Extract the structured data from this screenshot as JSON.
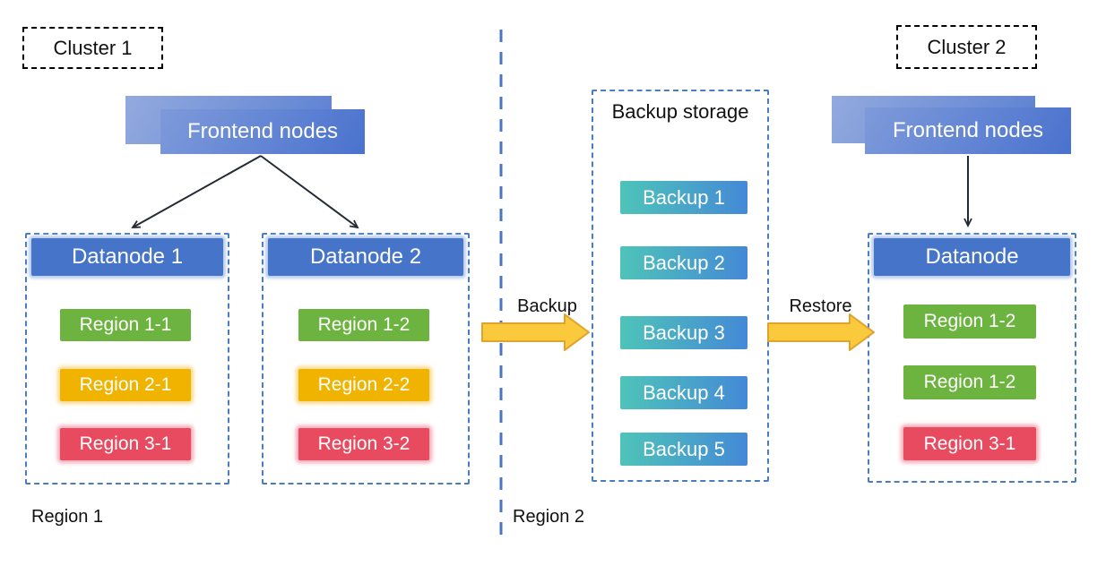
{
  "diagram": {
    "cluster1": {
      "label": "Cluster 1",
      "frontend_label": "Frontend nodes",
      "datanode1": {
        "title": "Datanode 1",
        "regions": [
          "Region 1-1",
          "Region 2-1",
          "Region 3-1"
        ]
      },
      "datanode2": {
        "title": "Datanode 2",
        "regions": [
          "Region 1-2",
          "Region 2-2",
          "Region 3-2"
        ]
      }
    },
    "backup_storage": {
      "title": "Backup storage",
      "items": [
        "Backup 1",
        "Backup 2",
        "Backup 3",
        "Backup 4",
        "Backup 5"
      ]
    },
    "cluster2": {
      "label": "Cluster 2",
      "frontend_label": "Frontend nodes",
      "datanode": {
        "title": "Datanode",
        "regions": [
          "Region 1-2",
          "Region 1-2",
          "Region 3-1"
        ]
      }
    },
    "flow": {
      "backup_label": "Backup",
      "restore_label": "Restore"
    },
    "zones": {
      "region1_label": "Region 1",
      "region2_label": "Region 2"
    },
    "colors": {
      "region_green": "#6CB33F",
      "region_yellow": "#F0B400",
      "region_red": "#E84A5F",
      "datanode_blue": "#4674C9",
      "frontend_gradient_start": "#7E9ADA",
      "frontend_gradient_end": "#4A72CE",
      "backup_gradient_start": "#4EC4B9",
      "backup_gradient_end": "#4489D6",
      "dashed_border_blue": "#4C7CC0",
      "separator_blue": "#4A74C4",
      "flow_arrow_fill": "#FBC93C",
      "flow_arrow_stroke": "#DFA32E",
      "thin_arrow": "#242B33"
    }
  }
}
